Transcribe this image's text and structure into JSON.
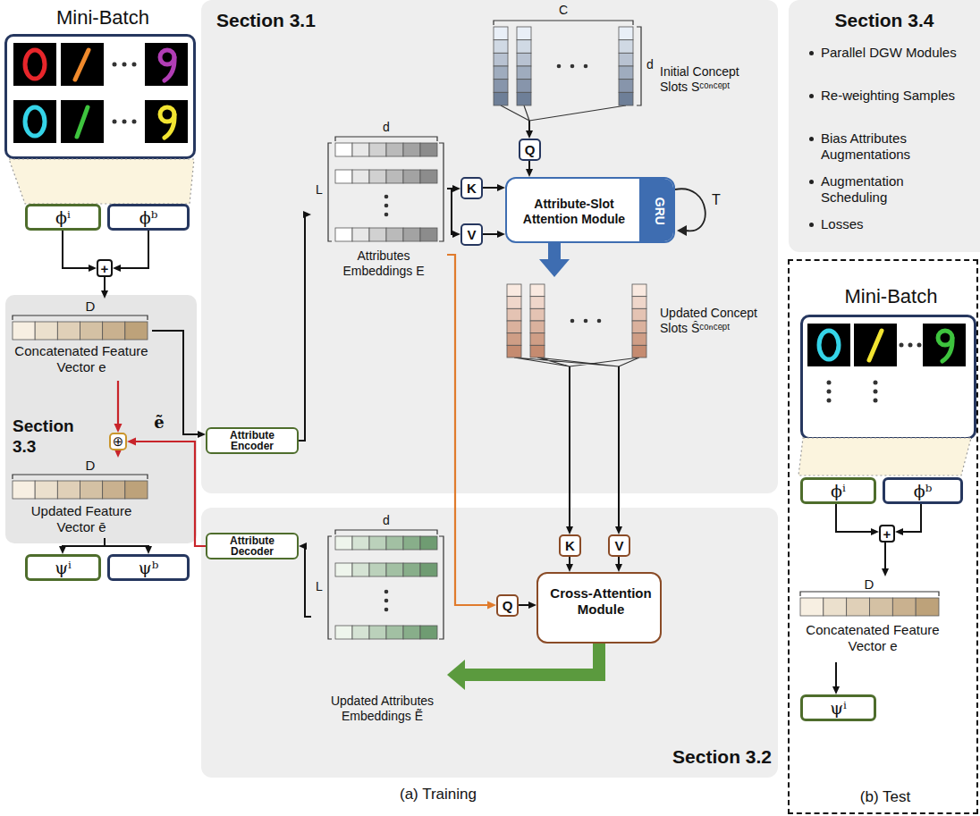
{
  "diagram": {
    "nodes": [
      {
        "text": [
          "Mini-Batch"
        ]
      },
      {
        "text": [
          "ϕⁱ"
        ]
      },
      {
        "text": [
          "ϕᵇ"
        ]
      },
      {
        "text": [
          "+"
        ]
      },
      {
        "text": [
          "Section 3.3"
        ]
      },
      {
        "text": [
          "D",
          "Concatenated Feature Vector e"
        ],
        "in": 4
      },
      {
        "text": [
          "⊕"
        ],
        "in": 4
      },
      {
        "text": [
          "D",
          "Updated Feature Vector ē"
        ],
        "in": 4
      },
      {
        "text": [
          "ψⁱ"
        ]
      },
      {
        "text": [
          "ψᵇ"
        ]
      },
      {
        "text": [
          "Section 3.1"
        ]
      },
      {
        "text": [
          "Attribute Encoder"
        ],
        "in": 10
      },
      {
        "text": [
          "d",
          "L",
          "Attributes Embeddings E"
        ],
        "in": 10
      },
      {
        "text": [
          "C",
          "d",
          "Initial Concept Slots Sᶜᵒⁿᶜᵉᵖᵗ"
        ],
        "in": 10
      },
      {
        "text": [
          "Q"
        ],
        "in": 10
      },
      {
        "text": [
          "K"
        ],
        "in": 10
      },
      {
        "text": [
          "V"
        ],
        "in": 10
      },
      {
        "text": [
          "Attribute-Slot Attention Module",
          "GRU"
        ],
        "in": 10
      },
      {
        "text": [
          "Updated Concept Slots Ŝᶜᵒⁿᶜᵉᵖᵗ"
        ],
        "in": 10
      },
      {
        "text": [
          "Section 3.2"
        ]
      },
      {
        "text": [
          "Attribute Decoder"
        ],
        "in": 19
      },
      {
        "text": [
          "d",
          "L",
          "Updated Attributes Embeddings Ẽ"
        ],
        "in": 19
      },
      {
        "text": [
          "K"
        ],
        "in": 19
      },
      {
        "text": [
          "V"
        ],
        "in": 19
      },
      {
        "text": [
          "Q"
        ],
        "in": 19
      },
      {
        "text": [
          "Cross-Attention Module"
        ],
        "in": 19
      },
      {
        "text": [
          "Section 3.4",
          "Parallel DGW Modules",
          "Re-weighting Samples",
          "Bias Attributes Augmentations",
          "Augmentation Scheduling",
          "Losses"
        ]
      },
      {
        "text": [
          "(b) Test"
        ]
      },
      {
        "text": [
          "Mini-Batch"
        ],
        "in": 27
      },
      {
        "text": [
          "ϕⁱ"
        ],
        "in": 27
      },
      {
        "text": [
          "ϕᵇ"
        ],
        "in": 27
      },
      {
        "text": [
          "+"
        ],
        "in": 27
      },
      {
        "text": [
          "D",
          "Concatenated Feature Vector e"
        ],
        "in": 27
      },
      {
        "text": [
          "ψⁱ"
        ],
        "in": 27
      }
    ],
    "edges": [
      {
        "from": 1,
        "to": 3,
        "arrow": "to"
      },
      {
        "from": 2,
        "to": 3,
        "arrow": "to"
      },
      {
        "from": 3,
        "to": 5,
        "arrow": "to"
      },
      {
        "from": 5,
        "to": 11,
        "arrow": "to"
      },
      {
        "from": 11,
        "to": 12,
        "arrow": "to"
      },
      {
        "from": 12,
        "to": 15,
        "arrow": "to"
      },
      {
        "from": 12,
        "to": 16,
        "arrow": "to"
      },
      {
        "from": 12,
        "to": 24,
        "arrow": "to"
      },
      {
        "from": 13,
        "to": 14,
        "arrow": "to"
      },
      {
        "from": 14,
        "to": 17,
        "arrow": "to"
      },
      {
        "from": 15,
        "to": 17,
        "arrow": "to"
      },
      {
        "from": 16,
        "to": 17,
        "arrow": "to"
      },
      {
        "from": 17,
        "to": 18,
        "arrow": "to"
      },
      {
        "from": 18,
        "to": 22,
        "arrow": "to"
      },
      {
        "from": 18,
        "to": 23,
        "arrow": "to"
      },
      {
        "from": 22,
        "to": 25,
        "arrow": "to"
      },
      {
        "from": 23,
        "to": 25,
        "arrow": "to"
      },
      {
        "from": 24,
        "to": 25,
        "arrow": "to"
      },
      {
        "from": 25,
        "to": 21,
        "arrow": "to"
      },
      {
        "from": 21,
        "to": 20,
        "arrow": "to"
      },
      {
        "from": 20,
        "to": 6,
        "label": "ẽ",
        "arrow": "to"
      },
      {
        "from": 5,
        "to": 6,
        "arrow": "to"
      },
      {
        "from": 6,
        "to": 7,
        "arrow": "to"
      },
      {
        "from": 7,
        "to": 8,
        "arrow": "to"
      },
      {
        "from": 7,
        "to": 9,
        "arrow": "to"
      },
      {
        "from": 29,
        "to": 31,
        "arrow": "to"
      },
      {
        "from": 30,
        "to": 31,
        "arrow": "to"
      },
      {
        "from": 31,
        "to": 32,
        "arrow": "to"
      },
      {
        "from": 32,
        "to": 33,
        "arrow": "to"
      }
    ],
    "labels": [
      "(a) Training",
      "T"
    ]
  }
}
